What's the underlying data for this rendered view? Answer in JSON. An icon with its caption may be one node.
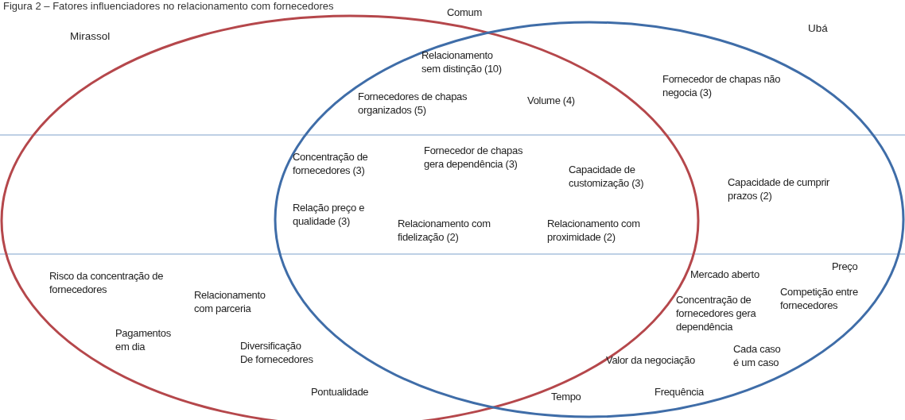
{
  "diagram": {
    "title": "Figura 2 – Fatores influenciadores no relacionamento com fornecedores",
    "nodes": [
      {
        "text": [
          "Mirassol"
        ]
      },
      {
        "text": [
          "Ubá"
        ]
      }
    ],
    "labels": [
      "Comum",
      "Relacionamento sem distinção (10)",
      "Fornecedor de chapas não negocia (3)",
      "Fornecedores de chapas organizados (5)",
      "Volume (4)",
      "Concentração de fornecedores (3)",
      "Fornecedor de chapas gera dependência (3)",
      "Capacidade de customização (3)",
      "Capacidade de cumprir prazos (2)",
      "Relação preço e qualidade (3)",
      "Relacionamento com fidelização (2)",
      "Relacionamento com proximidade (2)",
      "Preço",
      "Mercado aberto",
      "Risco da concentração de fornecedores",
      "Relacionamento com parceria",
      "Competição entre fornecedores",
      "Concentração de fornecedores gera dependência",
      "Pagamentos em dia",
      "Diversificação De fornecedores",
      "Cada caso é um caso",
      "Valor da negociação",
      "Pontualidade",
      "Frequência",
      "Tempo"
    ]
  }
}
